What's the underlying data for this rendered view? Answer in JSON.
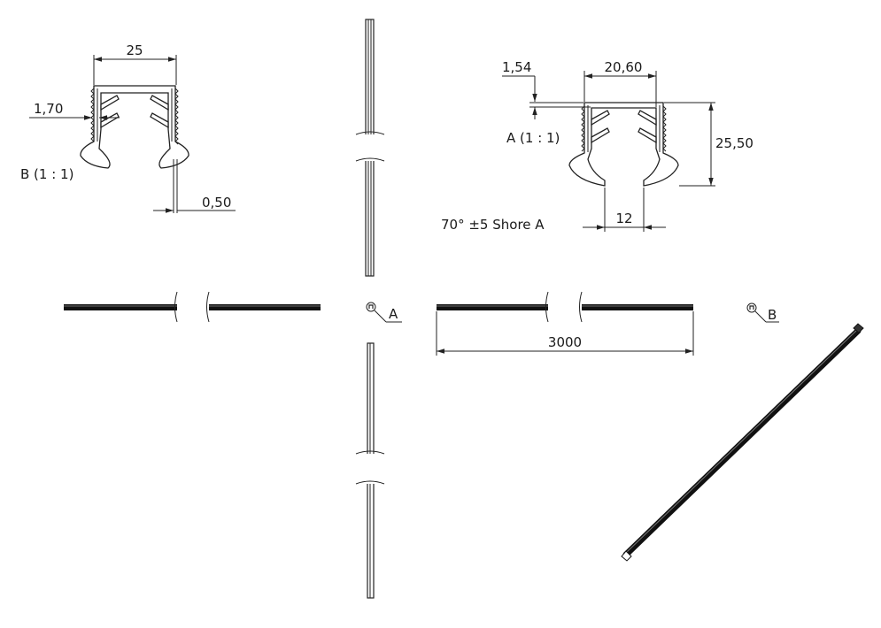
{
  "views": {
    "detail_b": {
      "label": "B (1 : 1)",
      "dim_width": "25",
      "dim_wall": "1,70",
      "dim_lip": "0,50"
    },
    "detail_a": {
      "label": "A (1 : 1)",
      "dim_top": "1,54",
      "dim_width": "20,60",
      "dim_height": "25,50",
      "dim_opening": "12"
    },
    "material_note": "70° ±5 Shore A",
    "length_dim": "3000",
    "callouts": {
      "a": "A",
      "b": "B"
    }
  }
}
